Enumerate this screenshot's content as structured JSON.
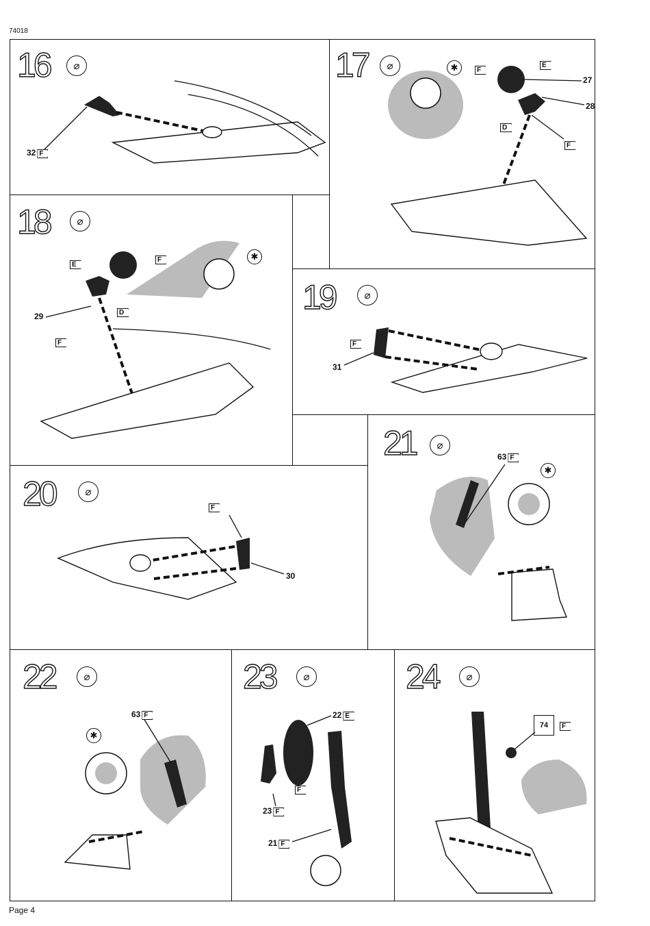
{
  "header": {
    "code": "74018"
  },
  "footer": {
    "page": "Page 4"
  },
  "glue_symbol": "⌀",
  "star_symbol": "✱",
  "steps": {
    "s16": {
      "number": "16",
      "labels": {
        "p32": "32",
        "flagF": "F"
      }
    },
    "s17": {
      "number": "17",
      "labels": {
        "p27": "27",
        "p28": "28",
        "flagE": "E",
        "flagF1": "F",
        "flagD": "D",
        "flagF2": "F"
      }
    },
    "s18": {
      "number": "18",
      "labels": {
        "p29": "29",
        "flagE": "E",
        "flagF1": "F",
        "flagD": "D",
        "flagF2": "F"
      }
    },
    "s19": {
      "number": "19",
      "labels": {
        "p31": "31",
        "flagF": "F"
      }
    },
    "s20": {
      "number": "20",
      "labels": {
        "p30": "30",
        "flagF": "F"
      }
    },
    "s21": {
      "number": "21",
      "labels": {
        "p63": "63",
        "flagF": "F"
      }
    },
    "s22": {
      "number": "22",
      "labels": {
        "p63": "63",
        "flagF": "F"
      }
    },
    "s23": {
      "number": "23",
      "labels": {
        "p22": "22",
        "flagE": "E",
        "flagF": "F",
        "p23": "23",
        "flagF2": "F",
        "p21": "21",
        "flagF3": "F"
      }
    },
    "s24": {
      "number": "24",
      "labels": {
        "p74": "74",
        "flagF": "F"
      }
    }
  }
}
